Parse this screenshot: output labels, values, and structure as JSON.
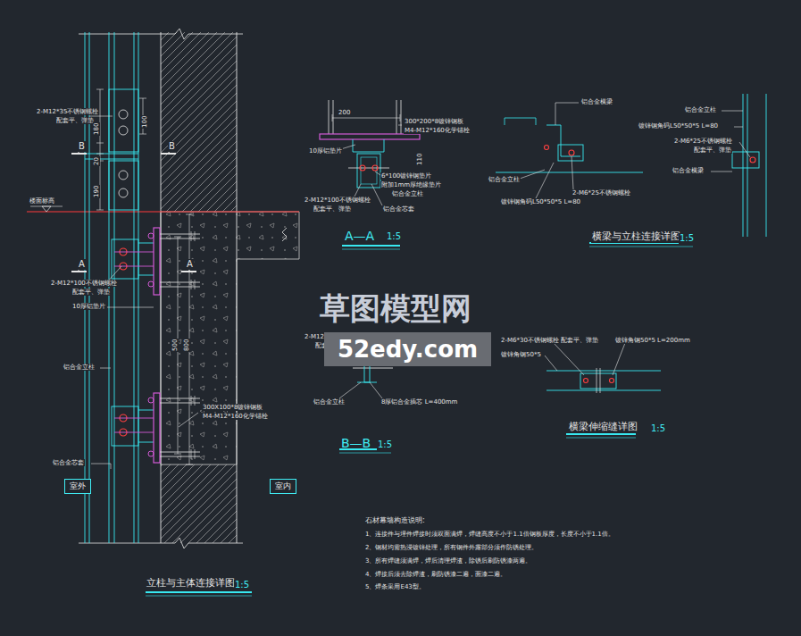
{
  "diagram": {
    "nodes": [
      {
        "text": [
          "52edy.com"
        ]
      },
      {
        "text": [
          "室外"
        ]
      },
      {
        "text": [
          "室内"
        ]
      }
    ],
    "labels": [
      "2-M12*35不锈钢螺栓",
      "配套平、弹垫",
      "180",
      "100",
      "B",
      "B",
      "20",
      "190",
      "楼面标高",
      "A",
      "A",
      "2-M12*100不锈钢螺栓",
      "配套平、弹垫",
      "10厚铝垫片",
      "500",
      "800",
      "铝合金立柱",
      "300X100*8镀锌钢板",
      "M4-M12*160化学锚栓",
      "铝合金芯套",
      "立柱与主体连接详图",
      "1:5",
      "200",
      "300*200*8镀锌钢板",
      "M4-M12*160化学锚栓",
      "110",
      "10厚铝垫片",
      "6*100镀锌钢垫片",
      "附加1mm厚绝缘垫片",
      "铝合金立柱",
      "2-M12*100不锈钢螺栓",
      "配套平、弹垫",
      "铝合金芯套",
      "A—A",
      "1:5",
      "铝合金横梁",
      "铝合金立柱",
      "2-M6*25不锈钢螺栓",
      "镀锌钢角码L50*50*5 L=80",
      "横梁与立柱连接详图",
      "1:5",
      "铝合金立柱",
      "镀锌钢角码L50*50*5 L=80",
      "2-M6*25不锈钢螺栓",
      "配套平、弹垫",
      "铝合金横梁",
      "2-M12*35不锈钢螺栓",
      "配套平、弹垫",
      "50*50*5",
      "铝合金立柱",
      "8厚铝合金插芯 L=400mm",
      "B—B",
      "1:5",
      "2-M6*30不锈钢螺栓 配套平、弹垫",
      "镀锌角钢50*5 L=200mm",
      "镀锌角钢50*5",
      "横梁伸缩缝详图",
      "1:5",
      "石材幕墙构造说明:",
      "1、连接件与埋件焊接时须双面满焊，焊缝高度不小于1.1倍钢板厚度，长度不小于1.1倍。",
      "2、钢材均需热浸镀锌处理，所有钢件外露部分须作防锈处理。",
      "3、所有焊缝须满焊，焊后清理焊渣，除锈后刷防锈漆两遍。",
      "4、焊接后须去除焊渣，刷防锈漆二遍，面漆二遍。",
      "5、焊条采用E43型。",
      "草图模型网"
    ]
  }
}
